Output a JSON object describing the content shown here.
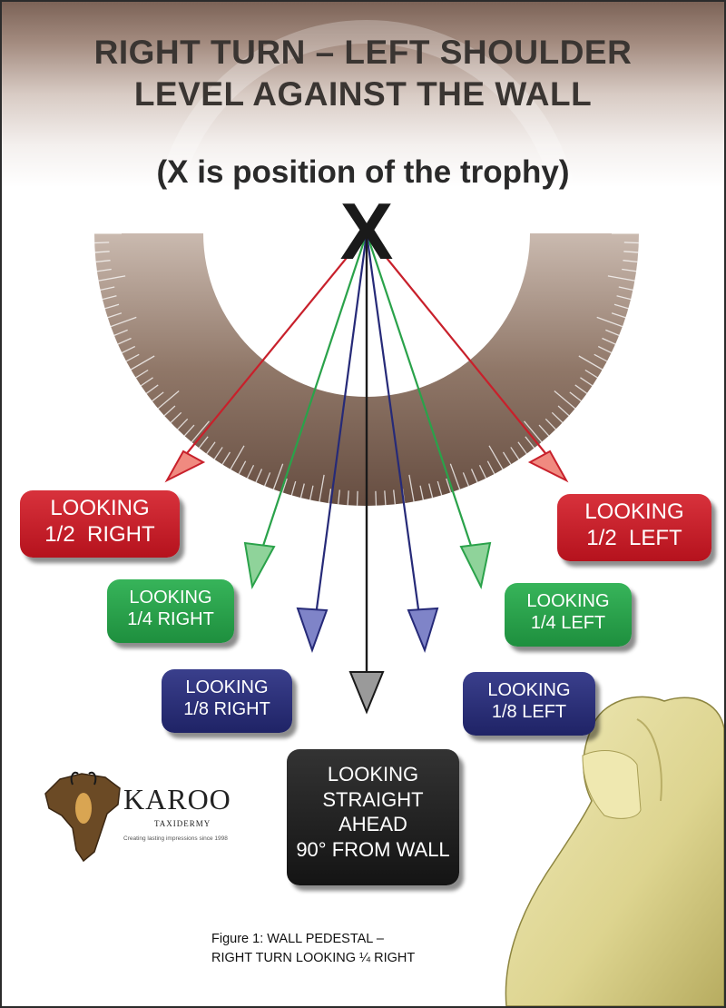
{
  "title": {
    "line1": "RIGHT TURN – LEFT SHOULDER",
    "line2": "LEVEL AGAINST THE WALL"
  },
  "subtitle": "(X is position of the trophy)",
  "marker": "X",
  "labels": {
    "half_right": {
      "line1": "LOOKING",
      "fraction": "1/2",
      "direction": "RIGHT"
    },
    "half_left": {
      "line1": "LOOKING",
      "fraction": "1/2",
      "direction": "LEFT"
    },
    "quarter_right": {
      "line1": "LOOKING",
      "fraction": "1/4",
      "direction": "RIGHT"
    },
    "quarter_left": {
      "line1": "LOOKING",
      "fraction": "1/4",
      "direction": "LEFT"
    },
    "eighth_right": {
      "line1": "LOOKING",
      "fraction": "1/8",
      "direction": "RIGHT"
    },
    "eighth_left": {
      "line1": "LOOKING",
      "fraction": "1/8",
      "direction": "LEFT"
    },
    "straight": {
      "line1": "LOOKING",
      "line2": "STRAIGHT",
      "line3": "AHEAD",
      "line4": "90° FROM WALL"
    }
  },
  "logo": {
    "name": "KAROO",
    "sub": "TAXIDERMY",
    "tagline": "Creating lasting impressions since 1998"
  },
  "caption": {
    "line1": "Figure 1: WALL PEDESTAL –",
    "line2": "RIGHT TURN LOOKING ¼ RIGHT"
  },
  "colors": {
    "red": "#c8202b",
    "green": "#2aa24a",
    "blue": "#262a78",
    "black": "#1a1a1a",
    "protractor": "#8a7060",
    "title_text": "#3a3532",
    "trophy": "#e6dfa3"
  },
  "icons": {
    "arrow": "arrow-head-icon",
    "logo": "kudu-africa-icon",
    "trophy": "trophy-head-icon"
  }
}
